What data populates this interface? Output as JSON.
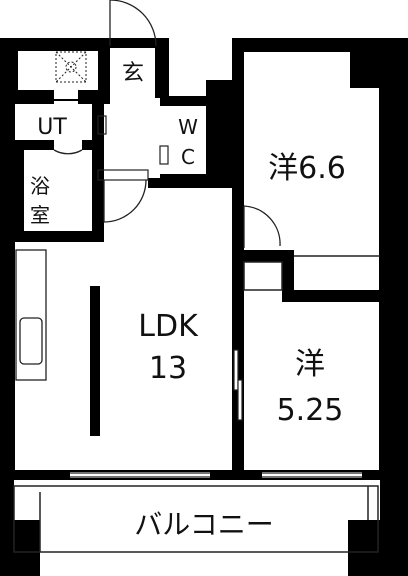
{
  "rooms": {
    "entrance": "玄",
    "utility": "UT",
    "wc_top": "W",
    "wc_bottom": "C",
    "bath_top": "浴",
    "bath_bottom": "室",
    "western1": "洋6.6",
    "ldk_name": "LDK",
    "ldk_size": "13",
    "western2_name": "洋",
    "western2_size": "5.25",
    "balcony": "バルコニー"
  },
  "colors": {
    "wall": "#000000",
    "line": "#222222",
    "background": "#ffffff"
  }
}
